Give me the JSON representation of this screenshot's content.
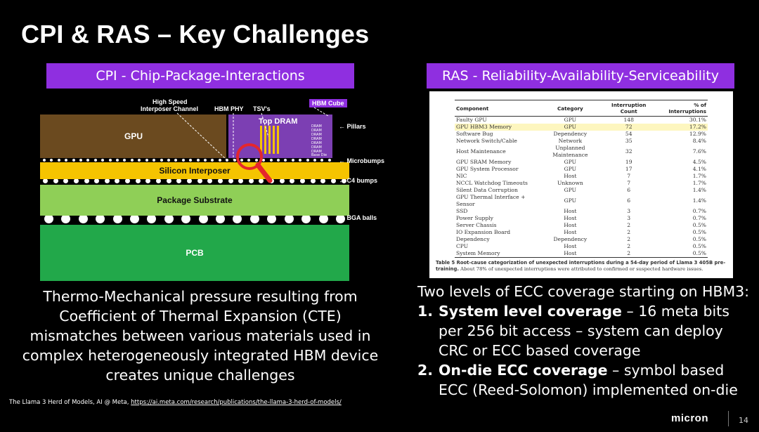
{
  "title": "CPI & RAS – Key Challenges",
  "left_header": "CPI - Chip-Package-Interactions",
  "right_header": "RAS - Reliability-Availability-Serviceability",
  "diagram": {
    "annotations": {
      "high_speed": "High Speed",
      "interposer_channel": "Interposer Channel",
      "hbm_phy": "HBM PHY",
      "tsvs": "TSV's",
      "hbm_cube": "HBM Cube",
      "top_dram": "Top DRAM",
      "pillars": "Pillars",
      "microbumps": "Microbumps",
      "c4_bumps": "C4 bumps",
      "bga_balls": "BGA balls"
    },
    "layers": {
      "gpu": "GPU",
      "silicon_interposer": "Silicon Interposer",
      "package_substrate": "Package Substrate",
      "pcb": "PCB"
    },
    "dram_labels": [
      "DRAM",
      "DRAM",
      "DRAM",
      "DRAM",
      "DRAM",
      "DRAM",
      "DRAM"
    ],
    "base_die": "Base Die"
  },
  "left_text": "Thermo-Mechanical pressure resulting from Coefficient of Thermal Expansion (CTE) mismatches between various materials used in complex heterogeneously integrated HBM device creates unique challenges",
  "table": {
    "headers": [
      "Component",
      "Category",
      "Interruption Count",
      "% of Interruptions"
    ],
    "rows": [
      [
        "Faulty GPU",
        "GPU",
        "148",
        "30.1%"
      ],
      [
        "GPU HBM3 Memory",
        "GPU",
        "72",
        "17.2%"
      ],
      [
        "Software Bug",
        "Dependency",
        "54",
        "12.9%"
      ],
      [
        "Network Switch/Cable",
        "Network",
        "35",
        "8.4%"
      ],
      [
        "Host Maintenance",
        "Unplanned Maintenance",
        "32",
        "7.6%"
      ],
      [
        "GPU SRAM Memory",
        "GPU",
        "19",
        "4.5%"
      ],
      [
        "GPU System Processor",
        "GPU",
        "17",
        "4.1%"
      ],
      [
        "NIC",
        "Host",
        "7",
        "1.7%"
      ],
      [
        "NCCL Watchdog Timeouts",
        "Unknown",
        "7",
        "1.7%"
      ],
      [
        "Silent Data Corruption",
        "GPU",
        "6",
        "1.4%"
      ],
      [
        "GPU Thermal Interface + Sensor",
        "GPU",
        "6",
        "1.4%"
      ],
      [
        "SSD",
        "Host",
        "3",
        "0.7%"
      ],
      [
        "Power Supply",
        "Host",
        "3",
        "0.7%"
      ],
      [
        "Server Chassis",
        "Host",
        "2",
        "0.5%"
      ],
      [
        "IO Expansion Board",
        "Host",
        "2",
        "0.5%"
      ],
      [
        "Dependency",
        "Dependency",
        "2",
        "0.5%"
      ],
      [
        "CPU",
        "Host",
        "2",
        "0.5%"
      ],
      [
        "System Memory",
        "Host",
        "2",
        "0.5%"
      ]
    ],
    "caption_bold": "Table 5 Root-cause categorization of unexpected interruptions during a 54-day period of Llama 3 405B pre-training.",
    "caption_rest": "About 78% of unexpected interruptions were attributed to confirmed or suspected hardware issues."
  },
  "right": {
    "intro": "Two levels of ECC coverage starting on HBM3:",
    "items": [
      {
        "num": "1.",
        "bold": "System level coverage",
        "rest": " – 16 meta bits per 256 bit access – system can deploy CRC or ECC based coverage"
      },
      {
        "num": "2.",
        "bold": "On-die ECC coverage",
        "rest": " – symbol based ECC (Reed-Solomon) implemented on-die"
      }
    ]
  },
  "footnote": {
    "text": "The Llama 3 Herd of Models, AI @ Meta, ",
    "link": "https://ai.meta.com/research/publications/the-llama-3-herd-of-models/"
  },
  "logo": "micron",
  "page_number": "14",
  "colors": {
    "header_purple": "#8f2fe0",
    "gpu_brown": "#6b4a1f",
    "interposer_yellow": "#f5c400",
    "substrate_green": "#8fcf57",
    "pcb_green": "#22a84a",
    "hbm_purple": "#7c3fb3",
    "highlight_red": "#e5262c"
  }
}
